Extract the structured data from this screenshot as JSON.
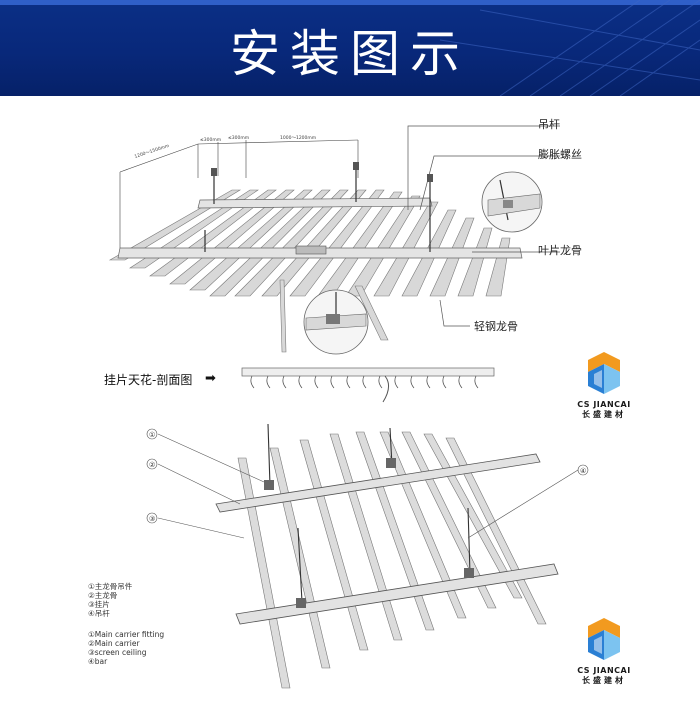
{
  "header": {
    "title": "安装图示"
  },
  "top_diagram": {
    "labels": {
      "hanger_rod": "吊杆",
      "expansion_screw": "膨胀螺丝",
      "blade_keel": "叶片龙骨",
      "light_steel_keel": "轻钢龙骨"
    },
    "dimensions": [
      "1200～1500mm",
      "≤300mm",
      "≤300mm",
      "1000～1200mm"
    ]
  },
  "section": {
    "title": "挂片天花-剖面图",
    "arrow": "➡"
  },
  "bottom_diagram": {
    "callouts": [
      "①",
      "②",
      "③",
      "④"
    ],
    "legend_cn": [
      "①主龙骨吊件",
      "②主龙骨",
      "③挂片",
      "④吊杆"
    ],
    "legend_en": [
      "①Main carrier fitting",
      "②Main carrier",
      "③screen ceiling",
      "④bar"
    ]
  },
  "logo": {
    "brand_en": "CS JIANCAI",
    "brand_cn": "长盛建材",
    "colors": {
      "orange": "#f29a1f",
      "blue": "#2a7fd4",
      "light_blue": "#7cc3f0"
    }
  },
  "colors": {
    "header_bg": "#08287a",
    "header_text": "#ffffff"
  }
}
